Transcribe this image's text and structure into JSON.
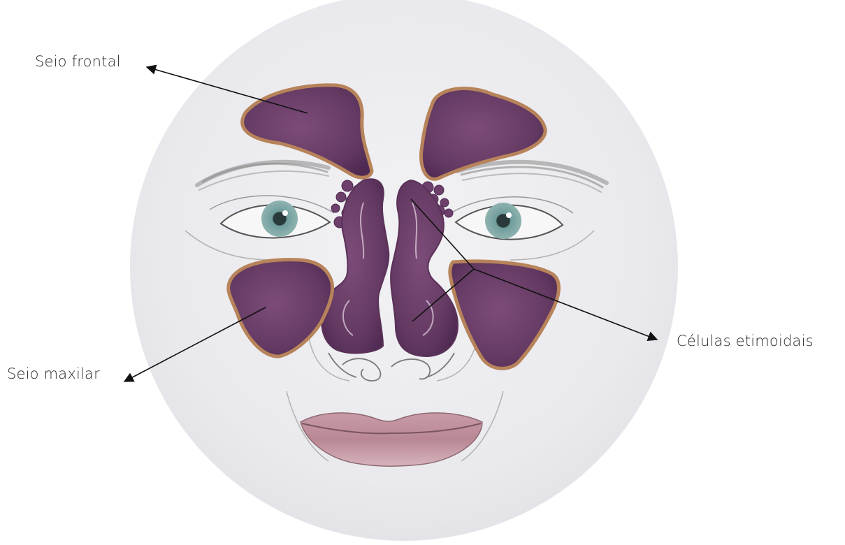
{
  "labels": {
    "frontal_sinus": "Seio frontal",
    "maxillary_sinus": "Seio maxilar",
    "ethmoid_cells": "Células etimoidais"
  },
  "colors": {
    "background": "#ffffff",
    "face_disc": "#eeeef0",
    "sinus_fill": "#6d3f6b",
    "sinus_dark": "#4f2a52",
    "sinus_rim": "#b7835a",
    "lips": "#c9a2ae",
    "iris": "#7fa6a6",
    "pencil": "#6b6b6b",
    "leader_line": "#111111"
  }
}
